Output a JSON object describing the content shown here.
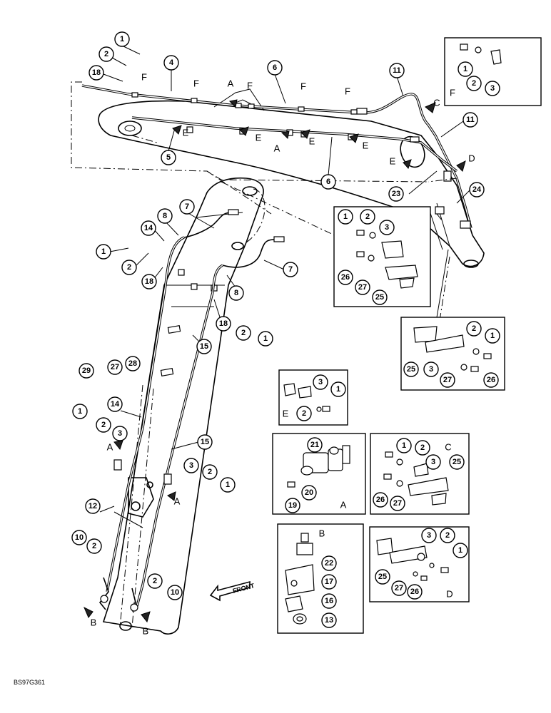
{
  "figure_id": "BS97G361",
  "front_label": "FRONT",
  "letters": [
    "A",
    "B",
    "C",
    "D",
    "E",
    "F"
  ],
  "callouts": [
    {
      "id": "c-top-1",
      "n": "1"
    },
    {
      "id": "c-top-2",
      "n": "2"
    },
    {
      "id": "c-top-18",
      "n": "18"
    },
    {
      "id": "c-top-4",
      "n": "4"
    },
    {
      "id": "c-top-6",
      "n": "6"
    },
    {
      "id": "c-top-11",
      "n": "11"
    },
    {
      "id": "c-5",
      "n": "5"
    },
    {
      "id": "c-6b",
      "n": "6"
    },
    {
      "id": "c-11b",
      "n": "11"
    },
    {
      "id": "c-23",
      "n": "23"
    },
    {
      "id": "c-24",
      "n": "24"
    },
    {
      "id": "c-8a",
      "n": "8"
    },
    {
      "id": "c-7a",
      "n": "7"
    },
    {
      "id": "c-14a",
      "n": "14"
    },
    {
      "id": "c-1a",
      "n": "1"
    },
    {
      "id": "c-2a",
      "n": "2"
    },
    {
      "id": "c-18a",
      "n": "18"
    },
    {
      "id": "c-7b",
      "n": "7"
    },
    {
      "id": "c-8b",
      "n": "8"
    },
    {
      "id": "c-18b",
      "n": "18"
    },
    {
      "id": "c-2b",
      "n": "2"
    },
    {
      "id": "c-1b",
      "n": "1"
    },
    {
      "id": "c-15a",
      "n": "15"
    },
    {
      "id": "c-29",
      "n": "29"
    },
    {
      "id": "c-27a",
      "n": "27"
    },
    {
      "id": "c-28",
      "n": "28"
    },
    {
      "id": "c-14b",
      "n": "14"
    },
    {
      "id": "c-1c",
      "n": "1"
    },
    {
      "id": "c-2c",
      "n": "2"
    },
    {
      "id": "c-3c",
      "n": "3"
    },
    {
      "id": "c-15b",
      "n": "15"
    },
    {
      "id": "c-3d",
      "n": "3"
    },
    {
      "id": "c-2d",
      "n": "2"
    },
    {
      "id": "c-1d",
      "n": "1"
    },
    {
      "id": "c-12",
      "n": "12"
    },
    {
      "id": "c-10a",
      "n": "10"
    },
    {
      "id": "c-2e",
      "n": "2"
    },
    {
      "id": "c-2f",
      "n": "2"
    },
    {
      "id": "c-10b",
      "n": "10"
    }
  ],
  "insets": {
    "F": {
      "label": "F",
      "callouts": [
        "1",
        "2",
        "3"
      ]
    },
    "upper": {
      "callouts": [
        "1",
        "2",
        "3",
        "26",
        "27",
        "25"
      ]
    },
    "lower": {
      "callouts": [
        "2",
        "1",
        "25",
        "3",
        "27",
        "26"
      ]
    },
    "E": {
      "label": "E",
      "callouts": [
        "3",
        "1",
        "2"
      ]
    },
    "A": {
      "label": "A",
      "callouts": [
        "21",
        "20",
        "19"
      ]
    },
    "C": {
      "label": "C",
      "callouts": [
        "1",
        "2",
        "3",
        "25",
        "26",
        "27"
      ]
    },
    "B": {
      "label": "B",
      "callouts": [
        "22",
        "17",
        "16",
        "13"
      ]
    },
    "D": {
      "label": "D",
      "callouts": [
        "3",
        "2",
        "1",
        "25",
        "27",
        "26"
      ]
    }
  }
}
